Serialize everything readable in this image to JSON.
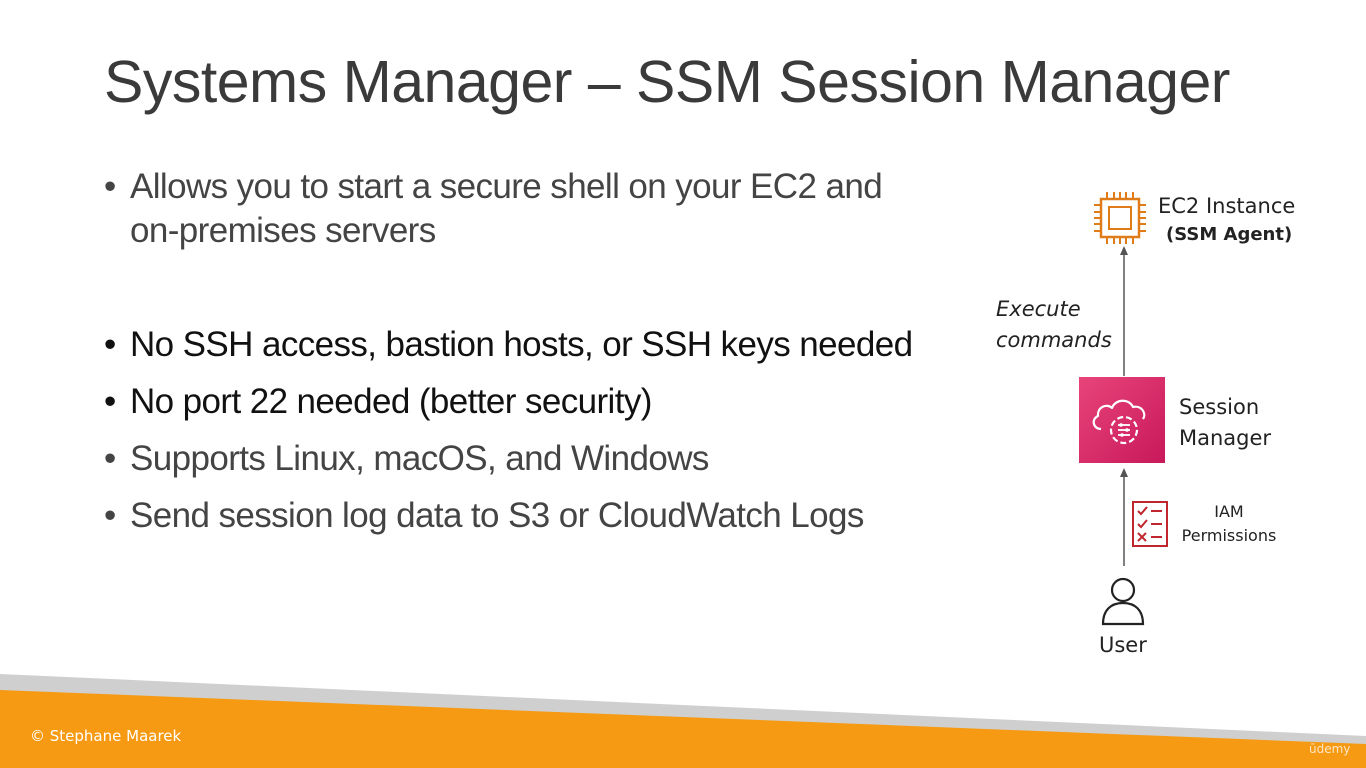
{
  "slide": {
    "title": "Systems Manager – SSM Session Manager",
    "bullet_marker": "•",
    "bullets": [
      "Allows you to start a secure shell on your EC2 and",
      "on-premises servers",
      "No SSH access, bastion hosts, or SSH keys needed",
      "No port 22 needed (better security)",
      "Supports Linux, macOS, and Windows",
      "Send session log data to S3 or CloudWatch Logs"
    ]
  },
  "diagram": {
    "ec2": {
      "name": "EC2 Instance",
      "agent": "(SSM Agent)",
      "icon": "ec2-chip-icon",
      "color": "#e07b1a"
    },
    "execute_label": "Execute commands",
    "session_manager": {
      "label": "Session Manager",
      "icon": "session-manager-icon",
      "color": "#d62b6b"
    },
    "iam": {
      "label": "IAM Permissions",
      "icon": "checklist-icon",
      "color": "#c0262d"
    },
    "user": {
      "label": "User",
      "icon": "user-icon"
    },
    "arrow_color": "#555555"
  },
  "footer": {
    "copyright": "© Stephane Maarek",
    "watermark": "ūdemy",
    "colors": {
      "orange": "#f59a12",
      "grey": "#cfcfcf"
    }
  }
}
